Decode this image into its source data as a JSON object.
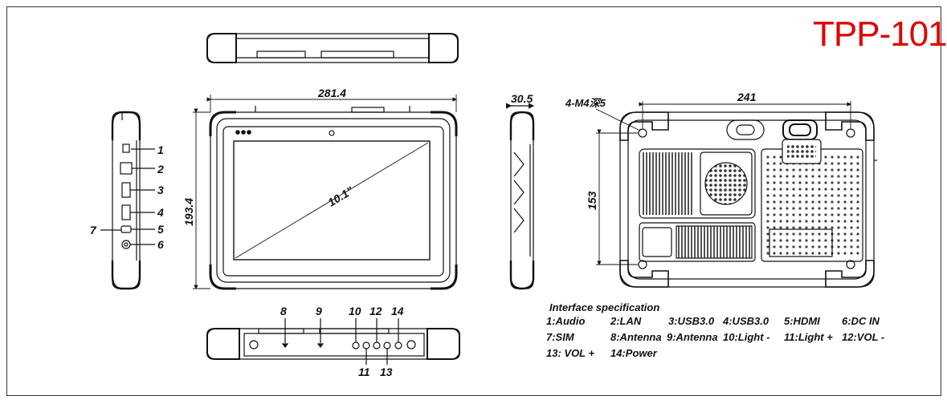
{
  "model": "TPP-101",
  "dimensions": {
    "width": "281.4",
    "height": "193.4",
    "depth": "30.5",
    "screw_label": "4-M4深5",
    "back_width": "241",
    "back_height": "153"
  },
  "screen_size": "10.1\"",
  "side_port_numbers": [
    "1",
    "2",
    "3",
    "4",
    "5",
    "6",
    "7"
  ],
  "bottom_port_numbers": [
    "8",
    "9",
    "10",
    "12",
    "14",
    "11",
    "13"
  ],
  "interface": {
    "title": "Interface specification",
    "items": [
      "1:Audio",
      "2:LAN",
      "3:USB3.0",
      "4:USB3.0",
      "5:HDMI",
      "6:DC IN",
      "7:SIM",
      "8:Antenna",
      "9:Antenna",
      "10:Light -",
      "11:Light +",
      "12:VOL -",
      "13: VOL  +",
      "14:Power"
    ]
  }
}
